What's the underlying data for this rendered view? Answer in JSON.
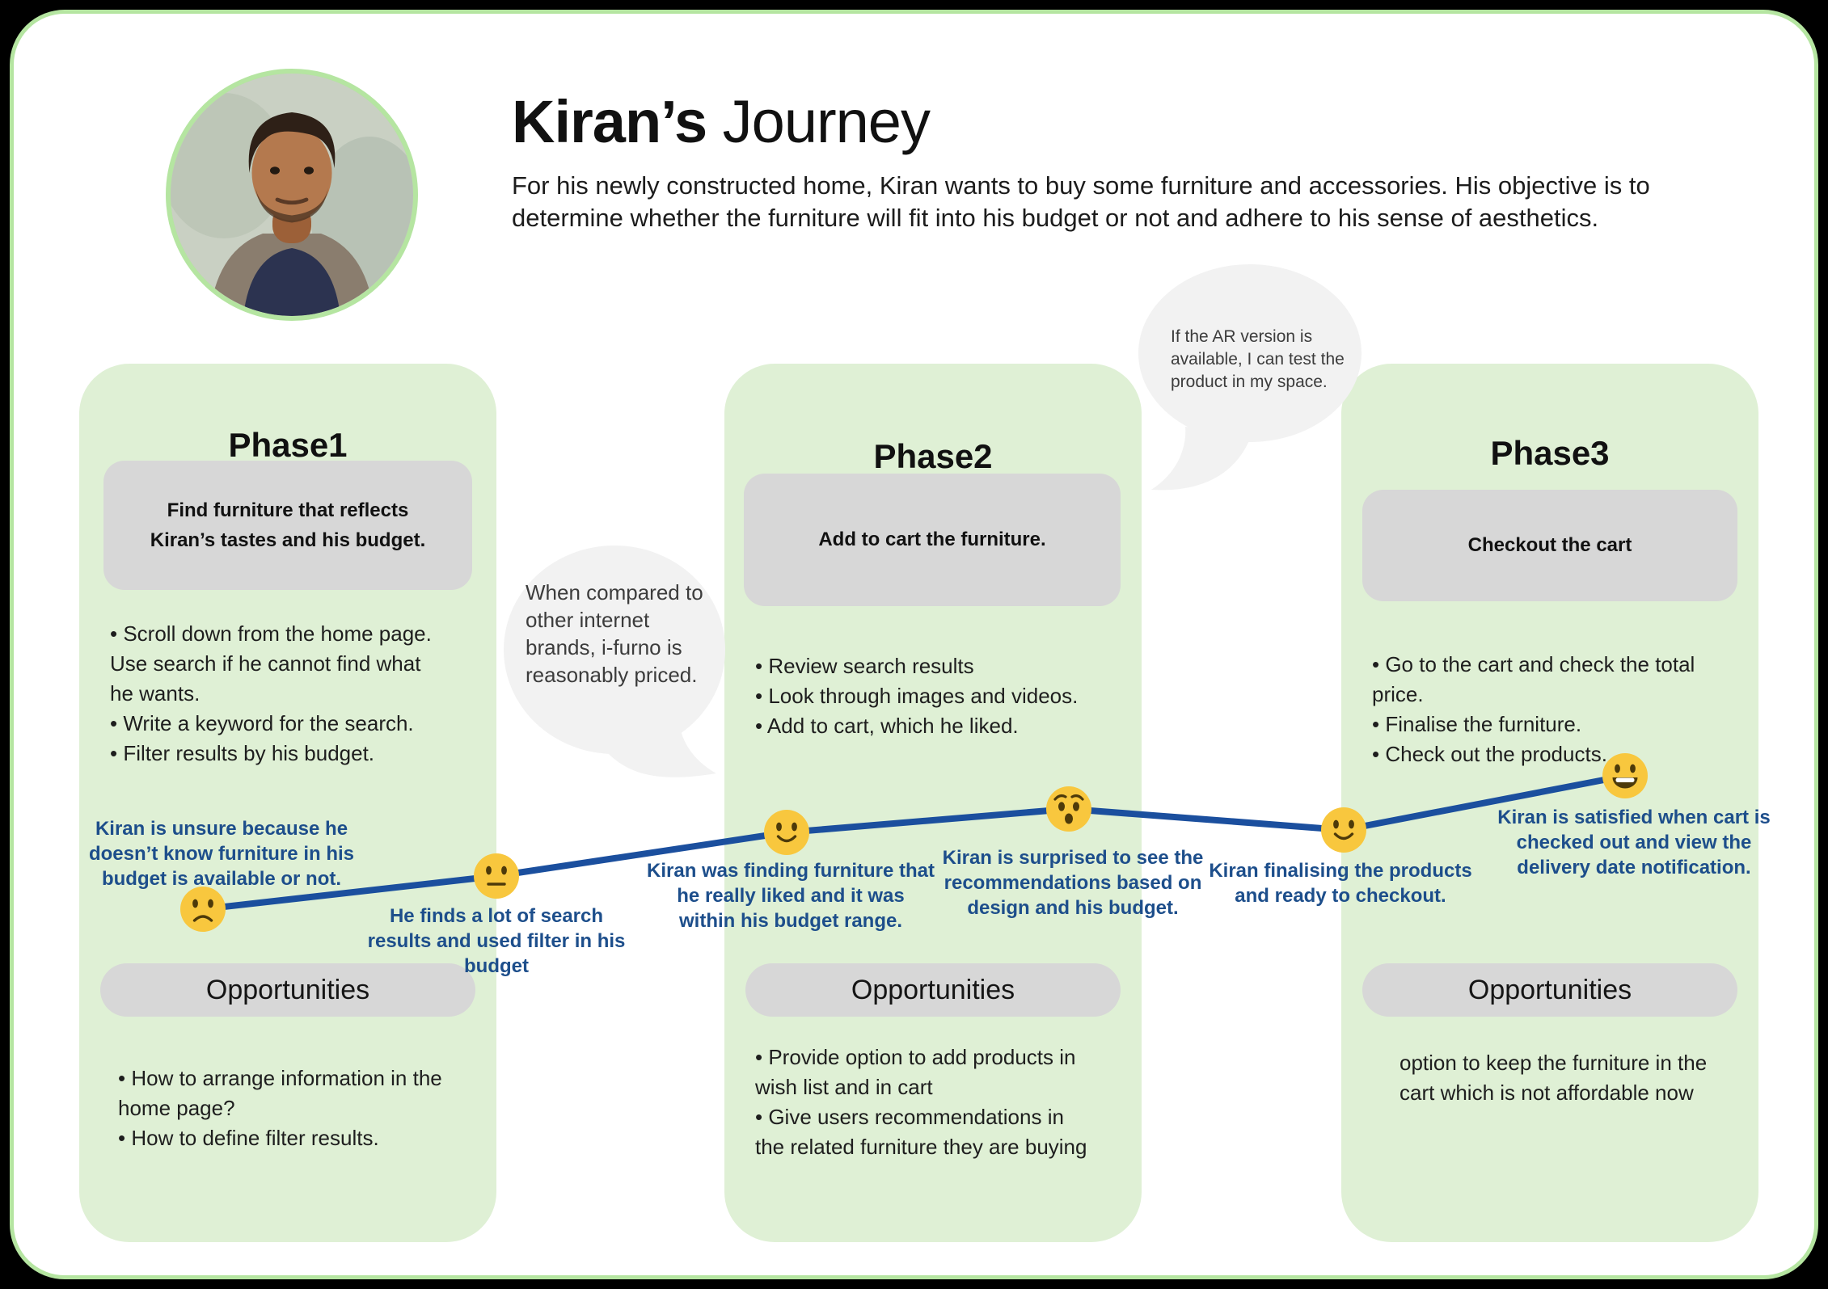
{
  "header": {
    "title_bold": "Kiran’s",
    "title_light": " Journey",
    "description": "For his newly constructed home, Kiran wants to buy some furniture and accessories. His objective is to determine whether the furniture will fit into his budget or not and adhere to his sense of aesthetics."
  },
  "speech_bubbles": [
    {
      "name": "price-comparison",
      "text": "When compared to other internet brands, i-furno is reasonably priced."
    },
    {
      "name": "ar-wish",
      "text": "If the AR version is available, I can test the product in my space."
    }
  ],
  "phases": [
    {
      "title": "Phase1",
      "task": "Find furniture that reflects Kiran’s tastes and his budget.",
      "actions": [
        "Scroll down from the home page. Use search if he cannot find what he wants.",
        "Write a keyword for the search.",
        "Filter results by his budget."
      ],
      "opportunities_label": "Opportunities",
      "opportunities": [
        "How to arrange information   in the home page?",
        "How to define filter results."
      ]
    },
    {
      "title": "Phase2",
      "task": "Add to cart the furniture.",
      "actions": [
        "Review search results",
        "Look through images and videos.",
        "Add to cart, which he liked."
      ],
      "opportunities_label": "Opportunities",
      "opportunities": [
        "Provide  option to add products in wish list and in cart",
        "Give users recommendations in the related furniture they are buying"
      ]
    },
    {
      "title": "Phase3",
      "task": "Checkout the cart",
      "actions": [
        "Go to the cart and check the total price.",
        "Finalise the furniture.",
        "Check out the products."
      ],
      "opportunities_label": "Opportunities",
      "opportunities_text": "option to keep the furniture in the cart which is not affordable now"
    }
  ],
  "journey": {
    "line_color": "#1b4f9e",
    "points": [
      {
        "emotion": "sad",
        "label": "Kiran is unsure because he doesn’t know furniture in his budget is available or not."
      },
      {
        "emotion": "neutral",
        "label": "He finds a lot of search results and used filter in his budget"
      },
      {
        "emotion": "happy",
        "label": "Kiran was finding furniture that he really liked and it was within his budget range."
      },
      {
        "emotion": "surprised",
        "label": "Kiran is surprised to see the recommendations based on design and his budget."
      },
      {
        "emotion": "happy",
        "label": "Kiran finalising the products and ready to checkout."
      },
      {
        "emotion": "grin",
        "label": "Kiran is satisfied when cart is checked out and view the delivery date notification."
      }
    ]
  },
  "colors": {
    "column_bg": "#dff0d5",
    "card_border": "#b5e5a1",
    "task_bg": "#d7d7d7",
    "bubble_bg": "#f2f2f2",
    "annotation_blue": "#1d4e8b",
    "journey_line": "#1b4f9e",
    "emoji_yellow": "#f8c73e"
  }
}
